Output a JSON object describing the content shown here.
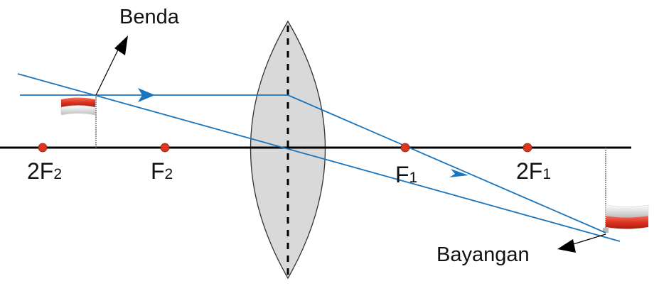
{
  "labels": {
    "object": "Benda",
    "image": "Bayangan"
  },
  "points": [
    {
      "name": "2F",
      "sub": "2"
    },
    {
      "name": "F",
      "sub": "2"
    },
    {
      "name": "F",
      "sub": "1"
    },
    {
      "name": "2F",
      "sub": "1"
    }
  ],
  "colors": {
    "ray": "#1b75bc",
    "axis": "#000000",
    "lens_fill": "#d9d9d9",
    "lens_stroke": "#333333",
    "focal_point": "#d9381e",
    "flag_red": "#e0321f",
    "flag_white": "#ffffff"
  },
  "icons": {
    "object_pointer": "arrow-up-right-icon",
    "image_pointer": "arrow-left-icon",
    "object": "flag-icon",
    "image": "inverted-flag-icon"
  }
}
